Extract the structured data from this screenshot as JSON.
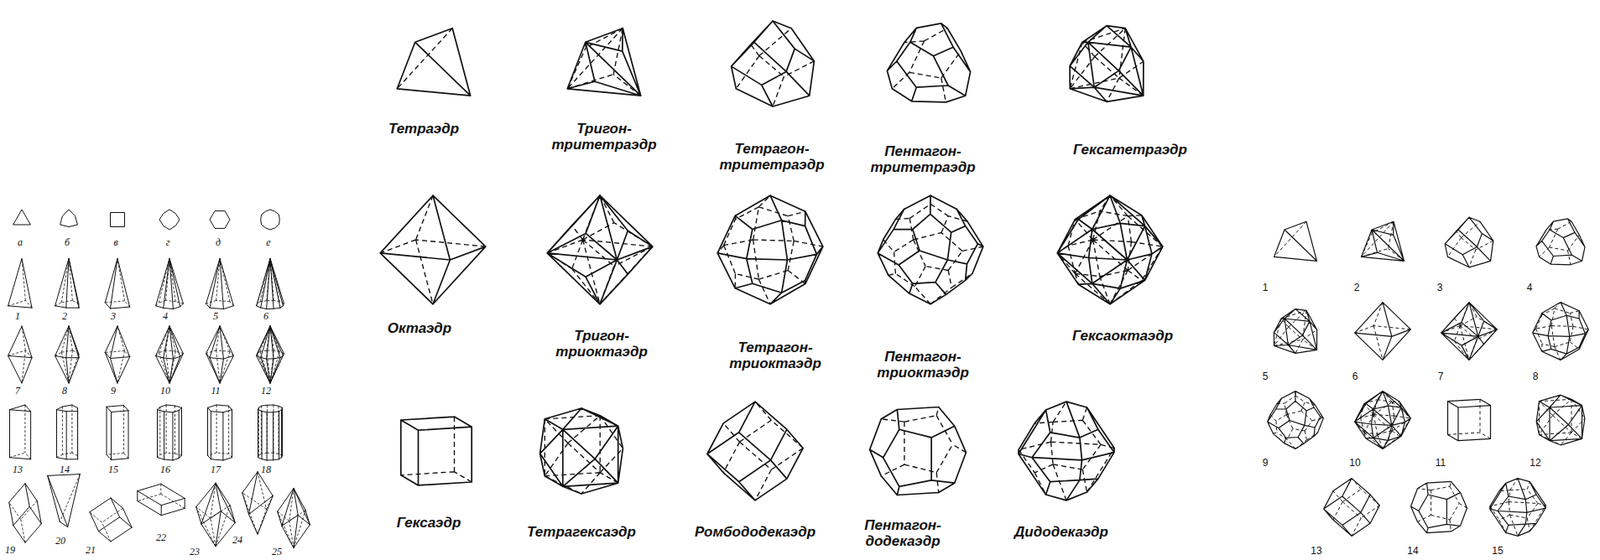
{
  "diagram": {
    "labels": [
      "а",
      "б",
      "в",
      "г",
      "д",
      "е",
      "1",
      "2",
      "3",
      "4",
      "5",
      "6",
      "7",
      "8",
      "9",
      "10",
      "11",
      "12",
      "13",
      "14",
      "15",
      "16",
      "17",
      "18",
      "19",
      "20",
      "21",
      "22",
      "23",
      "24",
      "25",
      "Тетраэдр",
      "Тригон- тритетраэдр",
      "Тетрагон- тритетраэдр",
      "Пентагон- тритетраэдр",
      "Гексатетраэдр",
      "Октаэдр",
      "Тригон- триоктаэдр",
      "Тетрагон- триоктаэдр",
      "Пентагон- триоктаэдр",
      "Гексаоктаэдр",
      "Гексаэдр",
      "Тетрагексаэдр",
      "Ромбододекаэдр",
      "Пентагон- додекаэдр",
      "Дидодекаэдр",
      "1",
      "2",
      "3",
      "4",
      "5",
      "6",
      "7",
      "8",
      "9",
      "10",
      "11",
      "12",
      "13",
      "14",
      "15"
    ]
  }
}
